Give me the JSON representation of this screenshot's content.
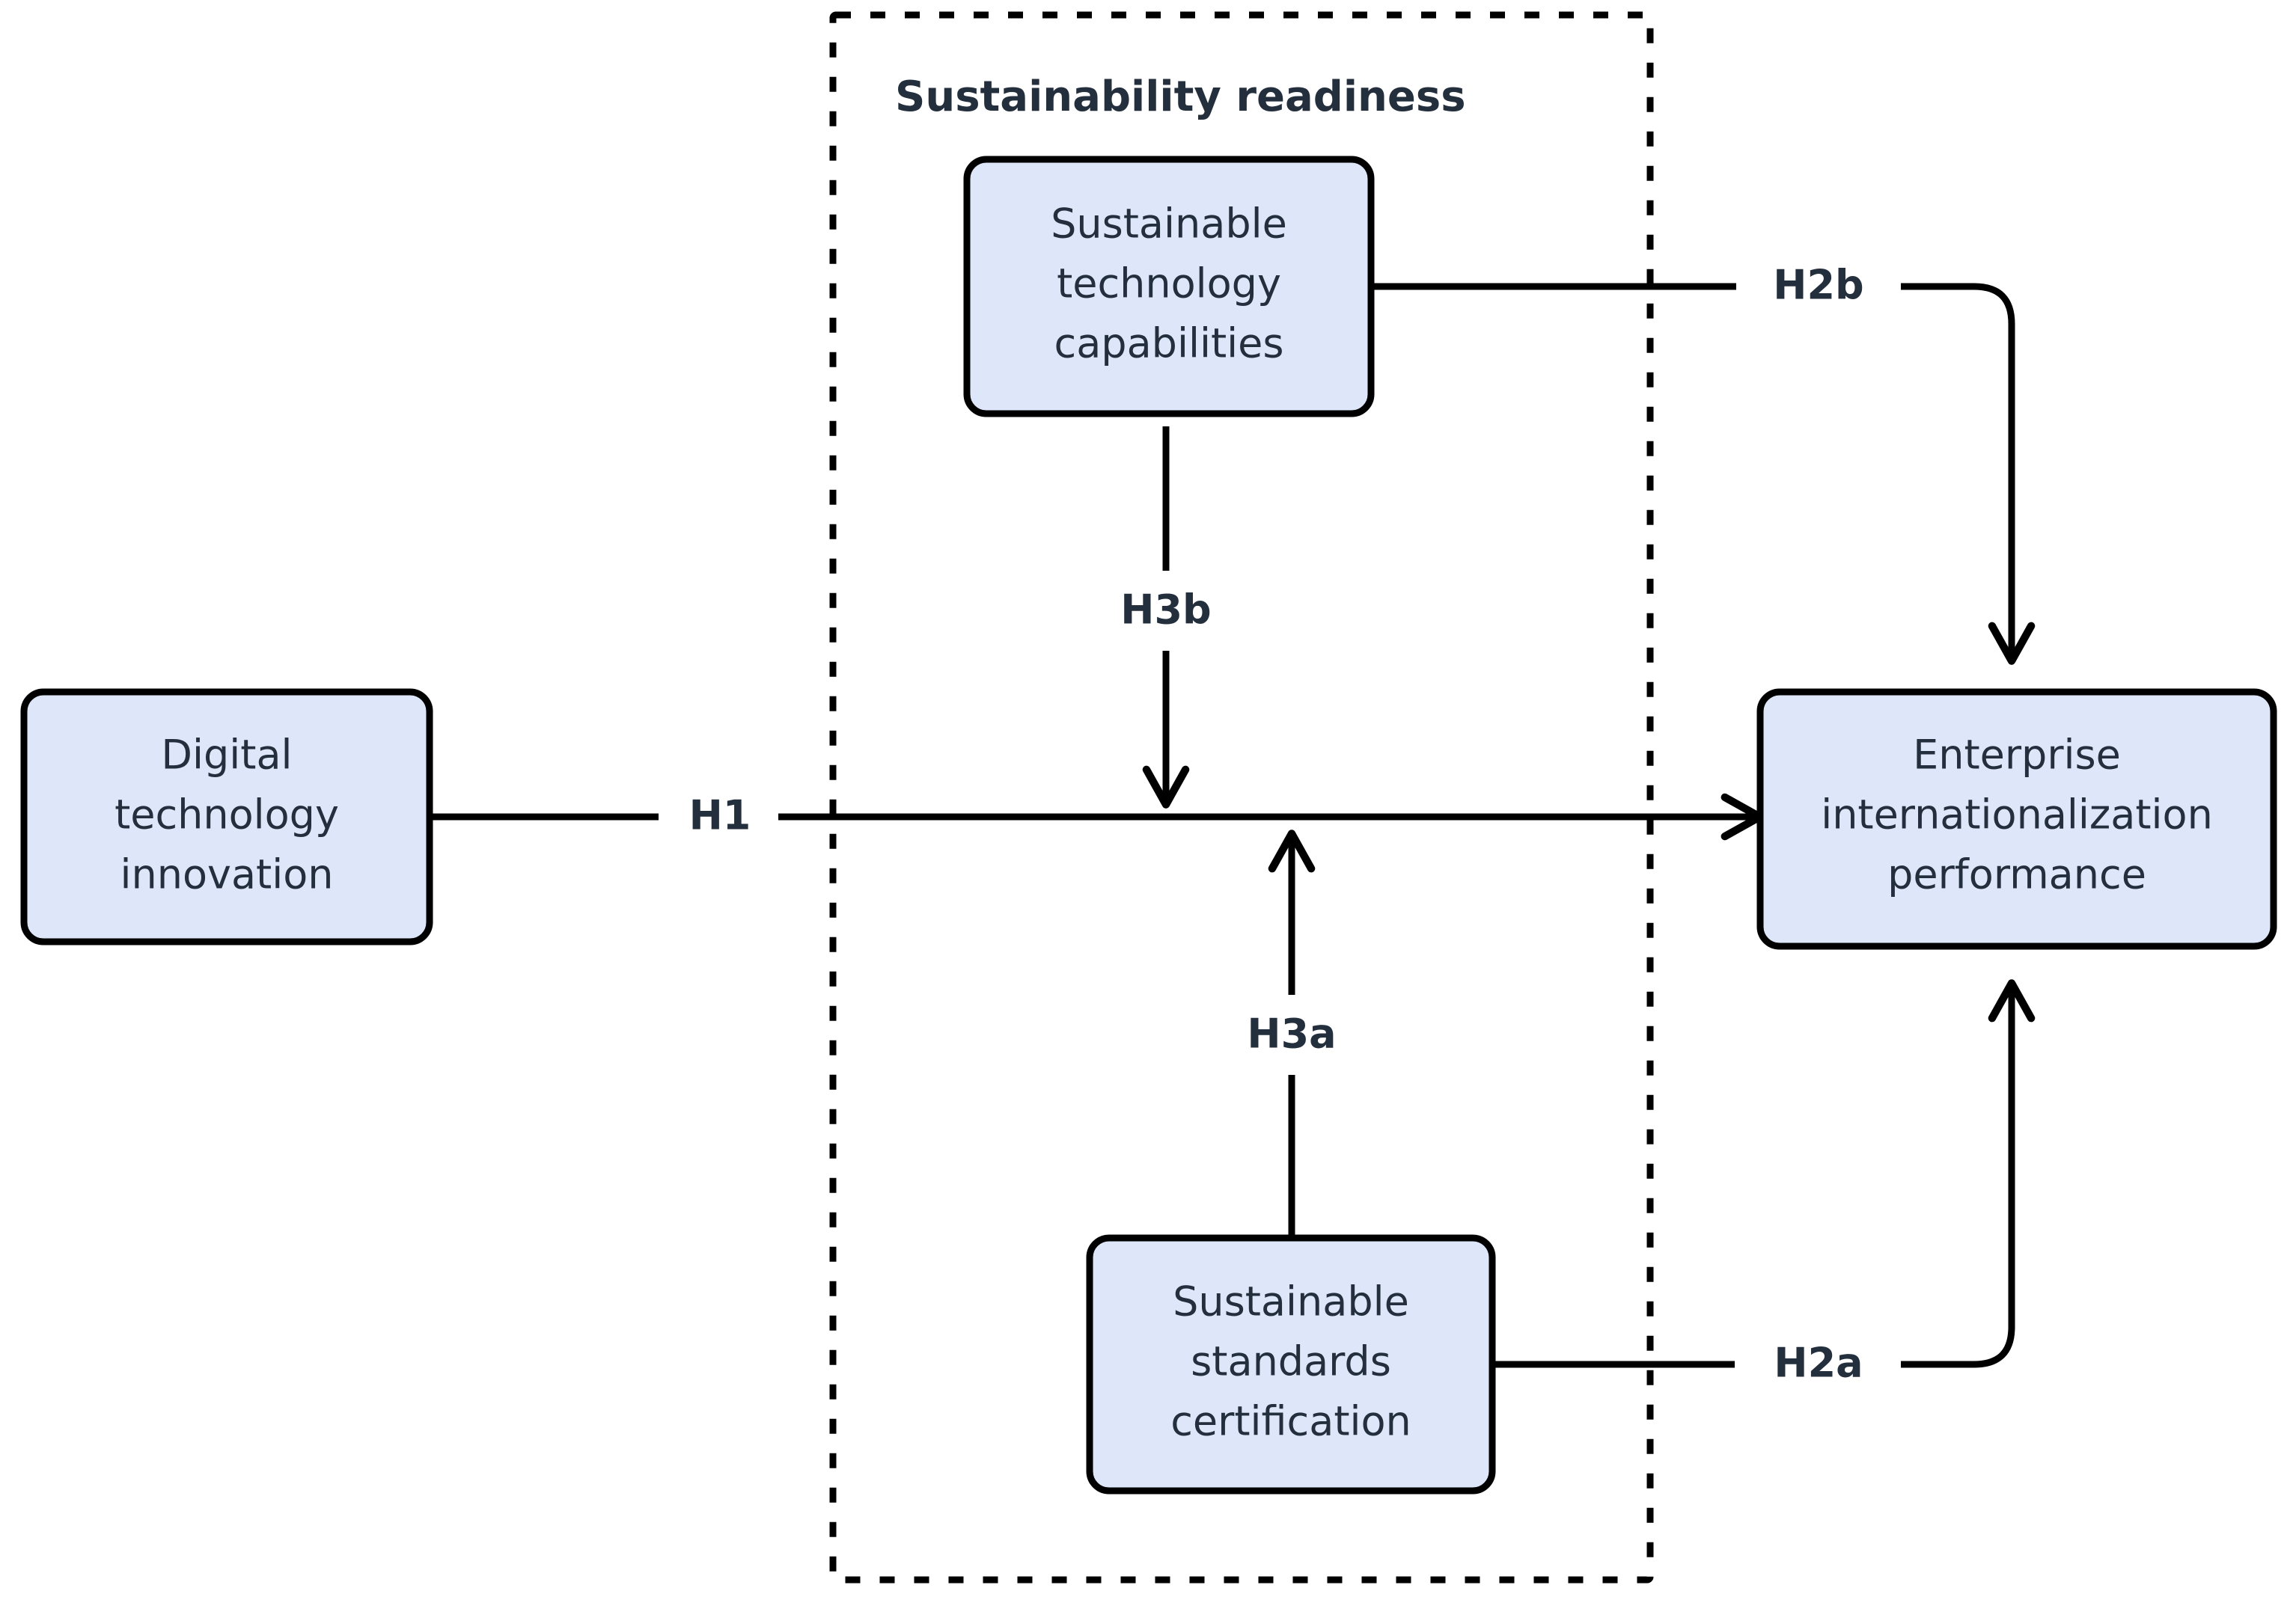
{
  "diagram": {
    "title": "Sustainability readiness",
    "background_color": "#ffffff",
    "node_fill_color": "#dde7f9",
    "node_border_color": "#000000",
    "text_color": "#242f3d",
    "edge_color": "#000000",
    "group": {
      "label": "Sustainability readiness",
      "border_style": "dashed"
    },
    "nodes": [
      {
        "id": "digital-technology-innovation",
        "lines": [
          "Digital",
          "technology",
          "innovation"
        ],
        "role": "independent-variable"
      },
      {
        "id": "sustainable-technology-capabilities",
        "lines": [
          "Sustainable",
          "technology",
          "capabilities"
        ],
        "role": "mediator-moderator"
      },
      {
        "id": "sustainable-standards-certification",
        "lines": [
          "Sustainable",
          "standards",
          "certification"
        ],
        "role": "mediator-moderator"
      },
      {
        "id": "enterprise-internationalization-performance",
        "lines": [
          "Enterprise",
          "internationalization",
          "performance"
        ],
        "role": "dependent-variable"
      }
    ],
    "edges": [
      {
        "id": "h1",
        "label": "H1",
        "from": "digital-technology-innovation",
        "to": "enterprise-internationalization-performance",
        "arrow": true
      },
      {
        "id": "h2b",
        "label": "H2b",
        "from": "sustainable-technology-capabilities",
        "to": "enterprise-internationalization-performance",
        "arrow": true
      },
      {
        "id": "h2a",
        "label": "H2a",
        "from": "sustainable-standards-certification",
        "to": "enterprise-internationalization-performance",
        "arrow": true
      },
      {
        "id": "h3b",
        "label": "H3b",
        "from": "sustainable-technology-capabilities",
        "to": "h1",
        "arrow": true
      },
      {
        "id": "h3a",
        "label": "H3a",
        "from": "sustainable-standards-certification",
        "to": "h1",
        "arrow": true
      }
    ]
  }
}
